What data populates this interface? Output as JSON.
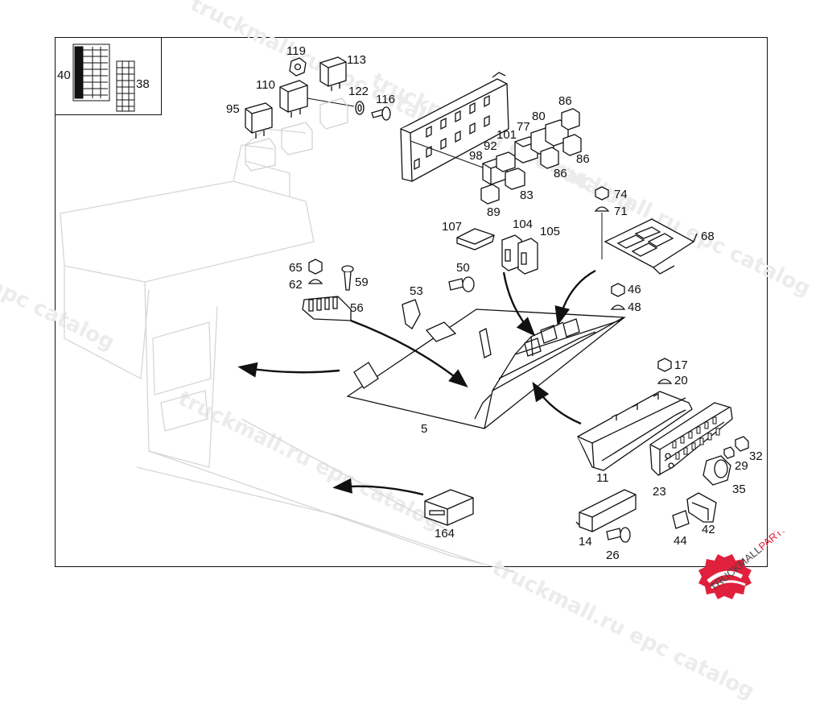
{
  "watermark": {
    "line1": "truckmall.ru epc catalog",
    "line2": "truckmall.ru epc catalog",
    "line3": "truckmall.ru epc catalog",
    "line4": "epc catalog",
    "line5": "truckmall.ru epc catalog",
    "line6": "truckmall.ru epc catalog"
  },
  "logo": {
    "text_main": "TRUCKMALL",
    "text_accent": "PARTS",
    "accent_color": "#e0203c"
  },
  "inset": {
    "label_a": "40",
    "label_b": "38"
  },
  "callouts": {
    "p119": "119",
    "p113": "113",
    "p110": "110",
    "p122": "122",
    "p116": "116",
    "p95": "95",
    "p86a": "86",
    "p80": "80",
    "p77": "77",
    "p101": "101",
    "p92": "92",
    "p98": "98",
    "p86b": "86",
    "p86c": "86",
    "p83": "83",
    "p89": "89",
    "p74": "74",
    "p71": "71",
    "p68": "68",
    "p107": "107",
    "p104": "104",
    "p105": "105",
    "p65": "65",
    "p62": "62",
    "p59": "59",
    "p50": "50",
    "p53": "53",
    "p56": "56",
    "p46": "46",
    "p48": "48",
    "p5": "5",
    "p17": "17",
    "p20": "20",
    "p11": "11",
    "p23": "23",
    "p32": "32",
    "p29": "29",
    "p35": "35",
    "p164": "164",
    "p14": "14",
    "p26": "26",
    "p44": "44",
    "p42": "42"
  },
  "colors": {
    "line": "#111111",
    "ghost": "#d8d8d8",
    "watermark": "#ececec"
  }
}
